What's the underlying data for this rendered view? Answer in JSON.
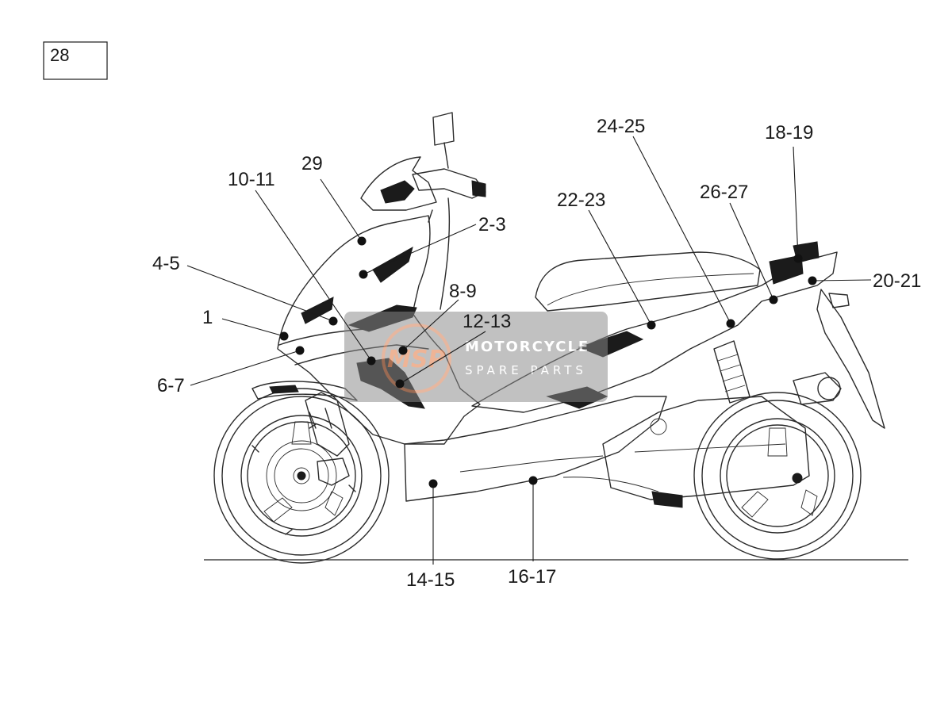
{
  "figure_box": {
    "number": "28"
  },
  "watermark": {
    "logo_text": "MSP",
    "title": "MOTORCYCLE",
    "subtitle": "SPARE PARTS"
  },
  "callouts": [
    {
      "id": "c1",
      "label": "1"
    },
    {
      "id": "c2",
      "label": "2-3"
    },
    {
      "id": "c3",
      "label": "4-5"
    },
    {
      "id": "c4",
      "label": "6-7"
    },
    {
      "id": "c5",
      "label": "8-9"
    },
    {
      "id": "c6",
      "label": "10-11"
    },
    {
      "id": "c7",
      "label": "12-13"
    },
    {
      "id": "c8",
      "label": "14-15"
    },
    {
      "id": "c9",
      "label": "16-17"
    },
    {
      "id": "c10",
      "label": "18-19"
    },
    {
      "id": "c11",
      "label": "20-21"
    },
    {
      "id": "c12",
      "label": "22-23"
    },
    {
      "id": "c13",
      "label": "24-25"
    },
    {
      "id": "c14",
      "label": "26-27"
    },
    {
      "id": "c15",
      "label": "29"
    }
  ],
  "colors": {
    "line": "#2b2b2b",
    "watermark_bg": "#8a8a8a",
    "watermark_accent": "#e8956b"
  }
}
